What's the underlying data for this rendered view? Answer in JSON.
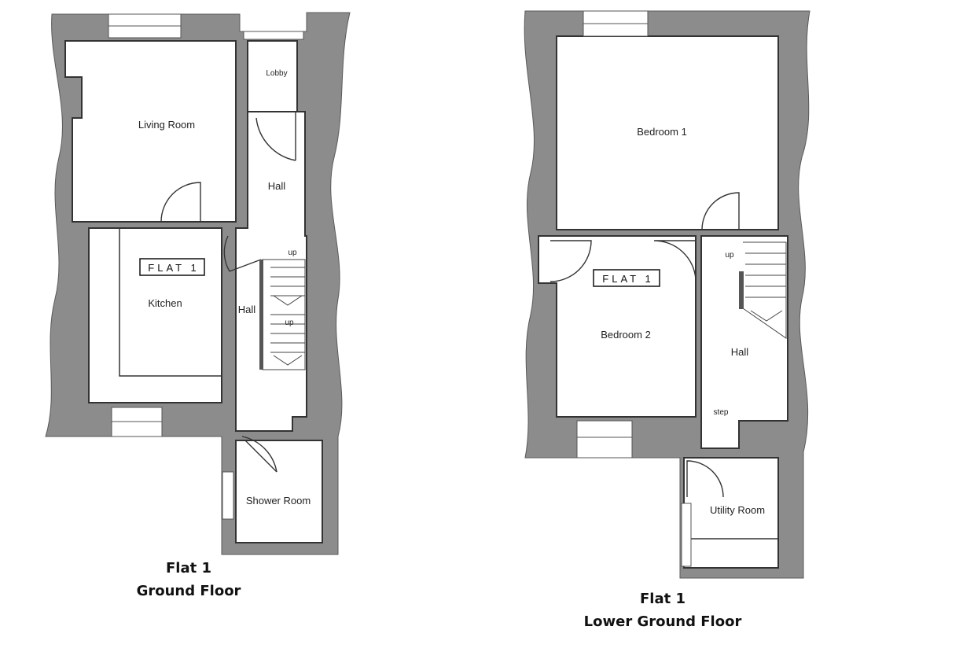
{
  "plans": [
    {
      "id": "ground",
      "flat_tag": "FLAT 1",
      "caption": {
        "line1": "Flat 1",
        "line2": "Ground Floor"
      },
      "rooms": {
        "lobby": "Lobby",
        "living_room": "Living Room",
        "hall_upper": "Hall",
        "kitchen": "Kitchen",
        "hall_lower": "Hall",
        "shower_room": "Shower Room"
      },
      "stair_labels": {
        "up_1": "up",
        "up_2": "up"
      }
    },
    {
      "id": "lower",
      "flat_tag": "FLAT 1",
      "caption": {
        "line1": "Flat 1",
        "line2": "Lower Ground Floor"
      },
      "rooms": {
        "bedroom_1": "Bedroom 1",
        "bedroom_2": "Bedroom 2",
        "hall": "Hall",
        "utility_room": "Utility Room"
      },
      "stair_labels": {
        "up": "up",
        "step": "step"
      }
    }
  ],
  "colors": {
    "wall": "#8c8c8c",
    "line": "#333333",
    "background": "#ffffff"
  }
}
